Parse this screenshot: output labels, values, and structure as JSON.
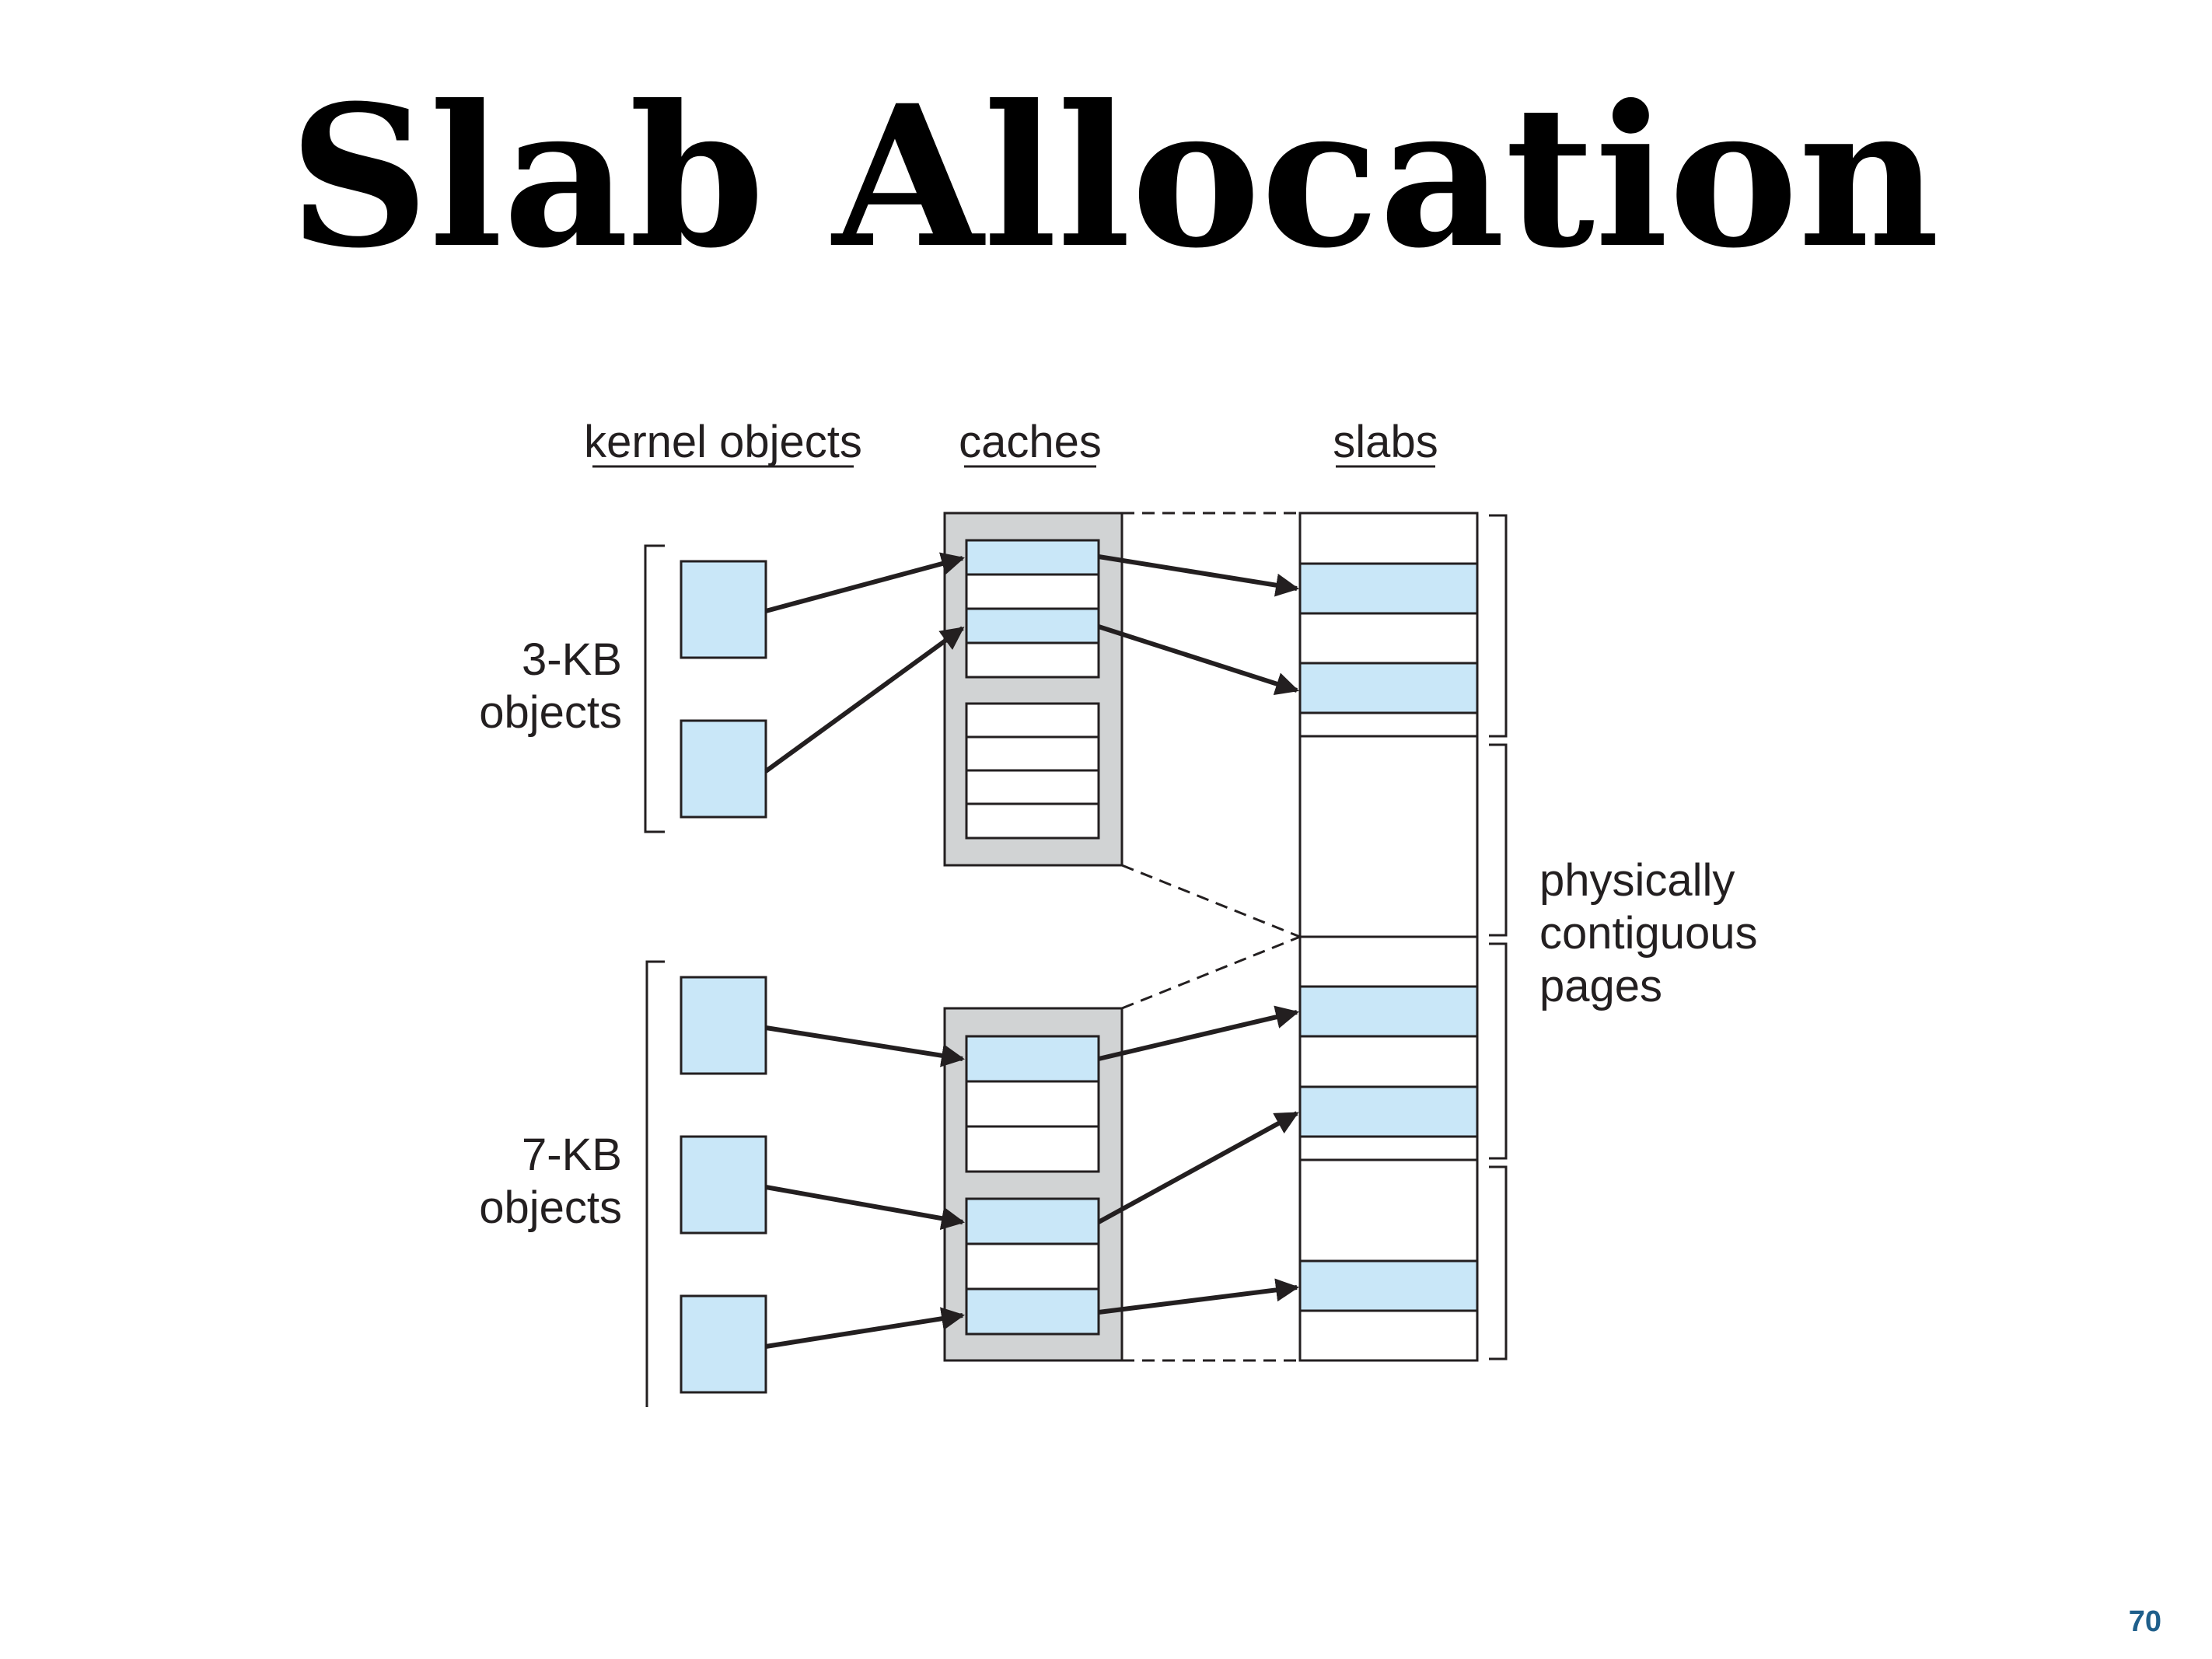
{
  "slide": {
    "title": "Slab Allocation",
    "page_number": "70"
  },
  "diagram": {
    "headers": {
      "kernel_objects": "kernel objects",
      "caches": "caches",
      "slabs": "slabs"
    },
    "groups": {
      "small": {
        "line1": "3-KB",
        "line2": "objects"
      },
      "large": {
        "line1": "7-KB",
        "line2": "objects"
      }
    },
    "pages_label": {
      "line1": "physically",
      "line2": "contiguous",
      "line3": "pages"
    },
    "colors": {
      "object_fill": "#c9e7f8",
      "cache_fill": "#d1d3d4",
      "stroke": "#231f20",
      "page_number": "#1f5f8b"
    }
  }
}
